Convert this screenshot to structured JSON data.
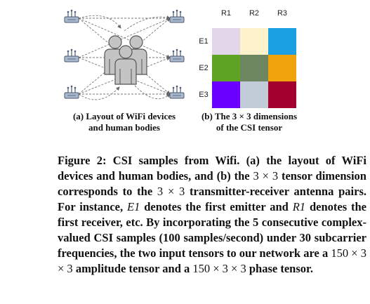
{
  "matrix": {
    "columns": [
      "R1",
      "R2",
      "R3"
    ],
    "rows": [
      "E1",
      "E2",
      "E3"
    ],
    "cells": [
      [
        "#e4d6e9",
        "#fdf2cc",
        "#1ba0e2"
      ],
      [
        "#5fa324",
        "#6d8660",
        "#f0a30a"
      ],
      [
        "#6a00ff",
        "#c1ccd8",
        "#a4002e"
      ]
    ]
  },
  "subcaptions": {
    "a_line1": "(a) Layout of WiFi devices",
    "a_line2": "and human bodies",
    "b_line1": "(b) The 3 × 3 dimensions",
    "b_line2": "of the CSI tensor"
  },
  "caption": {
    "label": "Figure 2:",
    "p1": " CSI samples from Wifi. (a) the layout of WiFi devices and human bodies, and (b) the ",
    "dim1": "3 × 3",
    "p2": " tensor dimension corresponds to the ",
    "dim2": "3 × 3",
    "p3": " transmitter-receiver antenna pairs. For instance, ",
    "e1": "E1",
    "p4": " denotes the first emitter and ",
    "r1": "R1",
    "p5": " denotes the first receiver, etc. By incorporating the 5 consecutive complex-valued CSI samples (100 samples/second) under 30 subcarrier frequencies, the two input tensors to our network are a ",
    "dim3": "150 × 3 × 3",
    "p6": " amplitude tensor and a ",
    "dim4": "150 × 3 × 3",
    "p7": " phase tensor."
  }
}
